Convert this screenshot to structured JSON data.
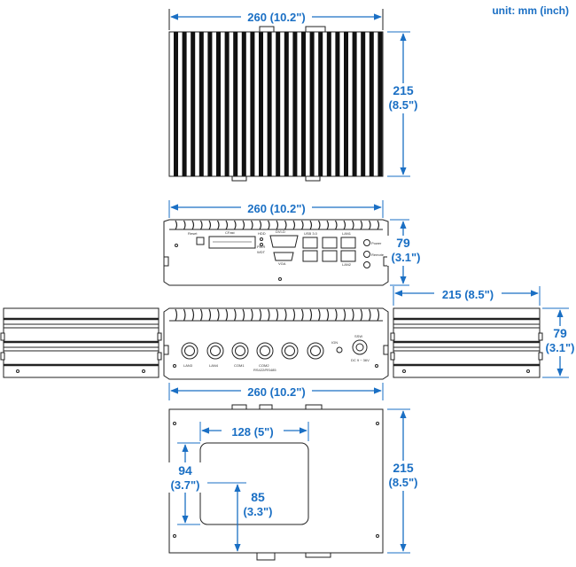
{
  "unit_label": "unit: mm (inch)",
  "top_view": {
    "width_label": "260 (10.2\")",
    "depth_label_mm": "215",
    "depth_label_in": "(8.5\")"
  },
  "front_view": {
    "width_label": "260 (10.2\")",
    "height_label_mm": "79",
    "height_label_in": "(3.1\")",
    "port_labels": [
      "Reset",
      "CFast",
      "DVI-D",
      "VGA",
      "USB 3.0",
      "LAN1",
      "LAN2",
      "HDD",
      "Power",
      "Remote",
      "PWR",
      "WDT"
    ]
  },
  "side_view": {
    "depth_label": "215 (8.5\")",
    "height_label_mm": "79",
    "height_label_in": "(3.1\")"
  },
  "rear_view": {
    "port_labels": [
      "LAN3",
      "LAN4",
      "COM1",
      "COM2",
      "RS422/RS485",
      "SSW",
      "IGN",
      "DC 9 ~ 36V"
    ]
  },
  "bottom_view": {
    "width_label": "260 (10.2\")",
    "depth_label_mm": "215",
    "depth_label_in": "(8.5\")",
    "window_width_label": "128 (5\")",
    "window_height_mm": "94",
    "window_height_in": "(3.7\")",
    "offset_mm": "85",
    "offset_in": "(3.3\")"
  },
  "colors": {
    "dimension": "#1a6fc4",
    "outline": "#222222"
  }
}
